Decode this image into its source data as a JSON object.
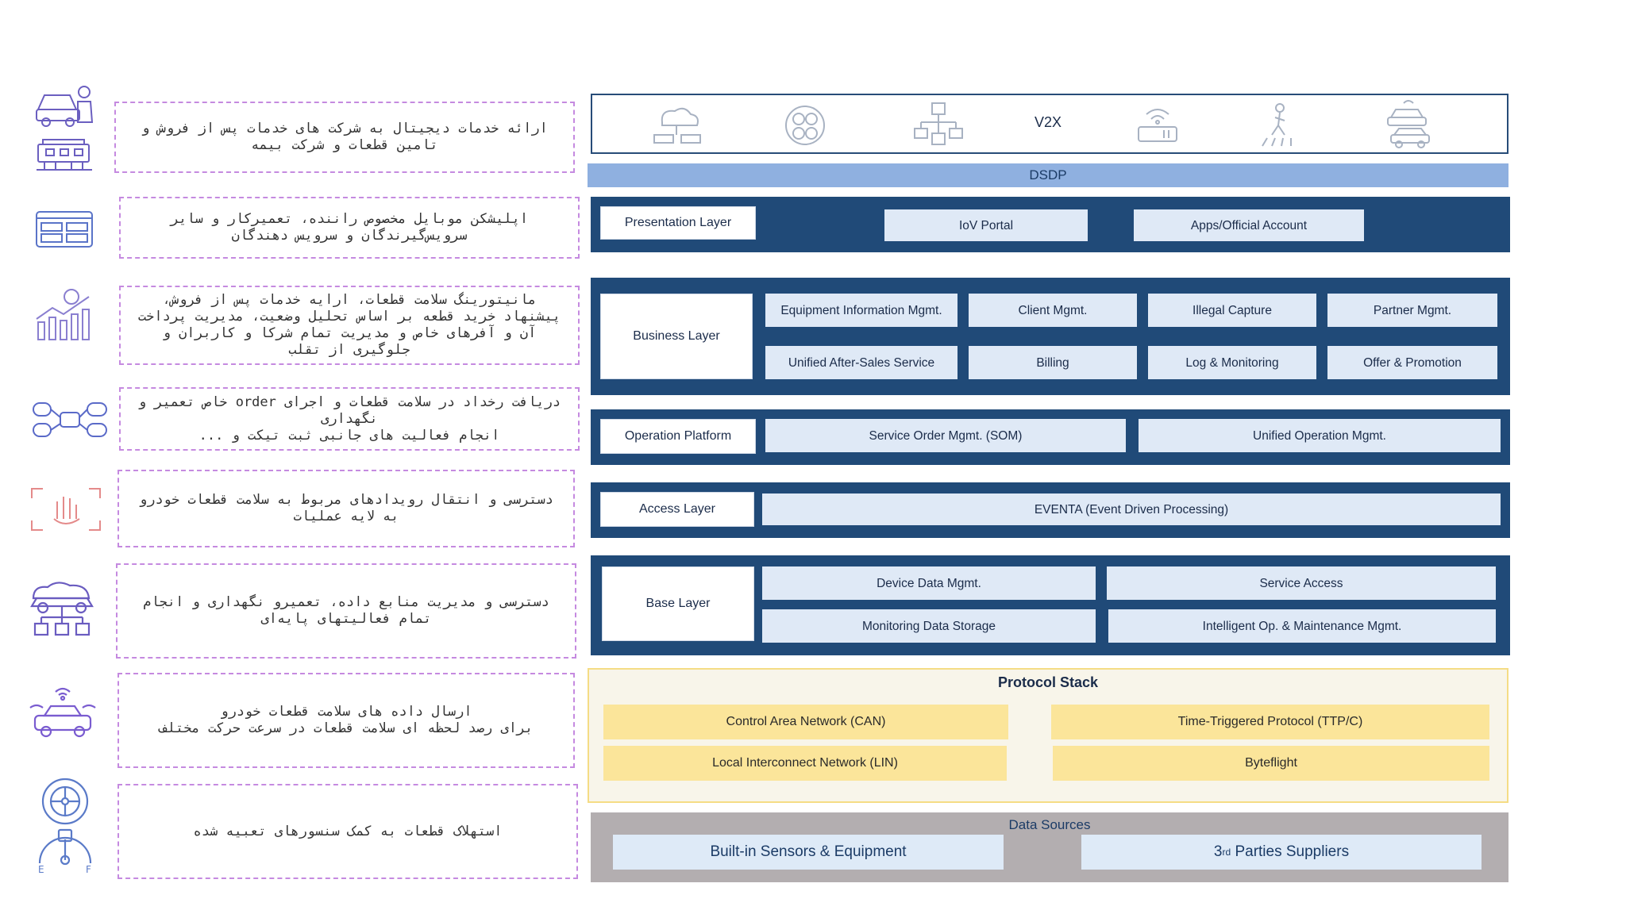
{
  "left_descriptions": [
    {
      "lines": [
        "ارائه خدمات دیجیتال به شرکت های خدمات پس از فروش و",
        "تامین قطعات و شرکت بیمه"
      ]
    },
    {
      "lines": [
        "اپلیشکن موبایل مخصوص راننده، تعمیرکار و سایر",
        "سرویس‌گیرندگان و سرویس دهندگان"
      ]
    },
    {
      "lines": [
        "مانیتورینگ سلامت قطعات، ارایه خدمات پس از فروش،",
        "پیشنهاد خرید قطعه بر اساس تحلیل وضعیت، مدیریت پرداخت",
        "آن و آفرهای خاص و مدیریت تمام شرکا و کاربران و",
        "جلوگیری از تقلب"
      ]
    },
    {
      "lines": [
        "دریافت رخداد در سلامت قطعات و اجرای order خاص تعمیر و",
        "نگهداری",
        "انجام فعالیت های جانبی ثبت تیکت و ..."
      ]
    },
    {
      "lines": [
        "دسترسی و انتقال رویدادهای مربوط به سلامت قطعات خودرو",
        "به لایه عملیات"
      ]
    },
    {
      "lines": [
        "دسترسی و مدیریت منابع داده، تعمیرو نگهداری و انجام",
        "تمام فعالیتهای پایه‌ای"
      ]
    },
    {
      "lines": [
        "ارسال داده های سلامت قطعات خودرو",
        "برای رصد لحظه ای سلامت قطعات در سرعت حرکت مختلف"
      ]
    },
    {
      "lines": [
        "استهلاک قطعات به کمک سنسورهای تعبیه شده"
      ]
    }
  ],
  "v2x": {
    "label": "V2X"
  },
  "dsdp": {
    "label": "DSDP"
  },
  "presentation": {
    "label": "Presentation Layer",
    "items": [
      "IoV Portal",
      "Apps/Official Account"
    ]
  },
  "business": {
    "label": "Business Layer",
    "row1": [
      "Equipment Information Mgmt.",
      "Client Mgmt.",
      "Illegal Capture",
      "Partner Mgmt."
    ],
    "row2": [
      "Unified After-Sales Service",
      "Billing",
      "Log & Monitoring",
      "Offer & Promotion"
    ]
  },
  "operation": {
    "label": "Operation Platform",
    "items": [
      "Service Order Mgmt. (SOM)",
      "Unified Operation Mgmt."
    ]
  },
  "access": {
    "label": "Access Layer",
    "items": [
      "EVENTA (Event Driven Processing)"
    ]
  },
  "base": {
    "label": "Base Layer",
    "items": [
      "Device Data Mgmt.",
      "Service Access",
      "Monitoring Data Storage",
      "Intelligent Op. & Maintenance Mgmt."
    ]
  },
  "protocol": {
    "title": "Protocol Stack",
    "items": [
      "Control Area Network (CAN)",
      "Time-Triggered Protocol (TTP/C)",
      "Local Interconnect Network (LIN)",
      "Byteflight"
    ]
  },
  "datasources": {
    "title": "Data Sources",
    "items": [
      "Built-in Sensors & Equipment"
    ],
    "third_prefix": "3",
    "third_sup": "rd",
    "third_rest": " Parties Suppliers"
  },
  "colors": {
    "layer_blue": "#204a78",
    "dsdp_blue": "#8fb0e0",
    "protocol_yellow": "#fbe59a",
    "datasource_gray": "#b3aeb0",
    "dash_purple": "#c58ae0"
  }
}
